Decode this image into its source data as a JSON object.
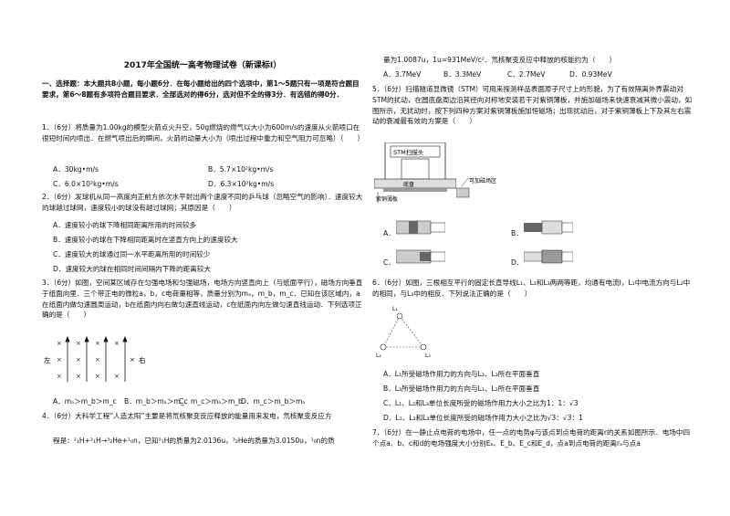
{
  "title": "2017年全国统一高考物理试卷（新课标I）",
  "section1": {
    "heading": "一、选择题：本大题共8小题，每小题6分．在每小题给出的四个选项中，第1～5题只有一项是符合题目要求，第6～8题有多项符合题目要求．全部选对的得6分，选对但不全的得3分．有选错的得0分．"
  },
  "q1": {
    "stem": "1．（6分）将质量为1.00kg的模型火箭点火升空，50g燃烧的燃气以大小为600m/s的速度从火箭喷口在很短时间内喷出．在燃气喷出后的瞬间，火箭的动量大小为（喷出过程中重力和空气阻力可忽略）（　　）",
    "A": "A．30kg•m/s",
    "B": "B．5.7×10²kg•m/s",
    "C": "C．6.0×10²kg•m/s",
    "D": "D．6.3×10²kg•m/s"
  },
  "q2": {
    "stem": "2．（6分）发球机从同一高度向正前方依次水平射出两个速度不同的乒乓球（忽略空气的影响）．速度较大的球越过球网，速度较小的球没有越过球网；其原因是（　　）",
    "A": "A．速度较小的球下降相同距离所用的时间较多",
    "B": "B．速度较小的球在下降相同距离时在竖直方向上的速度较大",
    "C": "C．速度较大的球通过同一水平距离所用的时间较少",
    "D": "D．速度较大的球在相同时间间隔内下降的距离较大"
  },
  "q3": {
    "stem": "3．（6分）如图，空间某区域存在匀强电场和匀强磁场，电场方向竖直向上（与纸面平行），磁场方向垂直于纸面向里．三个带正电的微粒a，b，c电荷量相等，质量分别为mₐ，m_b，m_c．已知在该区域内，a在纸面内做匀速圆周运动，b在纸面内向右做匀速直线运动，c在纸面内向左做匀速直线运动．下列选项正确的是（　　）",
    "fig_left": "左",
    "fig_right": "右",
    "A": "A．mₐ＞m_b＞m_c",
    "B": "B．m_b＞mₐ＞m_c",
    "C": "C．m_c＞mₐ＞m_b",
    "D": "D．m_c＞m_b＞mₐ"
  },
  "q4": {
    "stem": "4．（6分）大科学工程“人造太阳”主要是将氘核聚变反应释放的能量用来发电，氘核聚变反应方",
    "stem2": "程是：²₁H+²₁H→³₂He+¹₀n，已知²₁H的质量为2.0136u，³₂He的质量为3.0150u，¹₀n的质",
    "stem3": "量为1.0087u，1u=931MeV/c²．氘核聚变反应中释放的核能约为（　　）",
    "A": "A．3.7MeV",
    "B": "B．3.3MeV",
    "C": "C．2.7MeV",
    "D": "D．0.93MeV"
  },
  "q5": {
    "stem": "5．（6分）扫描隧道显微镜（STM）可用来探测样品表面原子尺寸上的形貌，为了有效隔离外界震动对STM的扰动，在圆底盘周边沿其径向对称地安装若干对紫铜薄板，并施加磁场来快速衰减其微小震动，如图所示，无扰动时，按下列四种方案对紫铜薄板施加恒磁场；出现扰动后，对于紫铜薄板上下及其左右震动的衰减最有效的方案是（　　）",
    "fig_stm": "STM扫描头",
    "fig_pan": "底盘",
    "fig_plate": "紫铜薄板",
    "fig_field": "可加磁场区",
    "A": "A．",
    "B": "B．",
    "C": "C．",
    "D": "D．"
  },
  "q6": {
    "stem": "6．（6分）如图，三根相互平行的固定长直导线L₁、L₂和L₃两两等距，均通有电流I，L₁中电流方向与L₂中的相同，与L₃中的相反．下列说法正确的是（　　）",
    "fig_l1": "L₁",
    "fig_l2": "L₂",
    "fig_l3": "L₃",
    "A": "A．L₁所受磁场作用力的方向与L₂、L₃所在平面垂直",
    "B": "B．L₃所受磁场作用力的方向与L₁、L₂所在平面垂直",
    "C": "C．L₁、L₂和L₃单位长度所受的磁场作用力大小之比为1：1：√3",
    "D": "D．L₁、L₂和L₃单位长度所受的磁场作用力大小之比为√3：√3：1"
  },
  "q7": {
    "stem": "7．（6分）在一静止点电荷的电场中，任一点的电势φ与该点到点电荷的距离r的关系如图所示．电场中四个点a、b、c和d的电场强度大小分别Eₐ、E_b、E_c和E_d，点a到点电荷的距离rₐ与点a"
  }
}
